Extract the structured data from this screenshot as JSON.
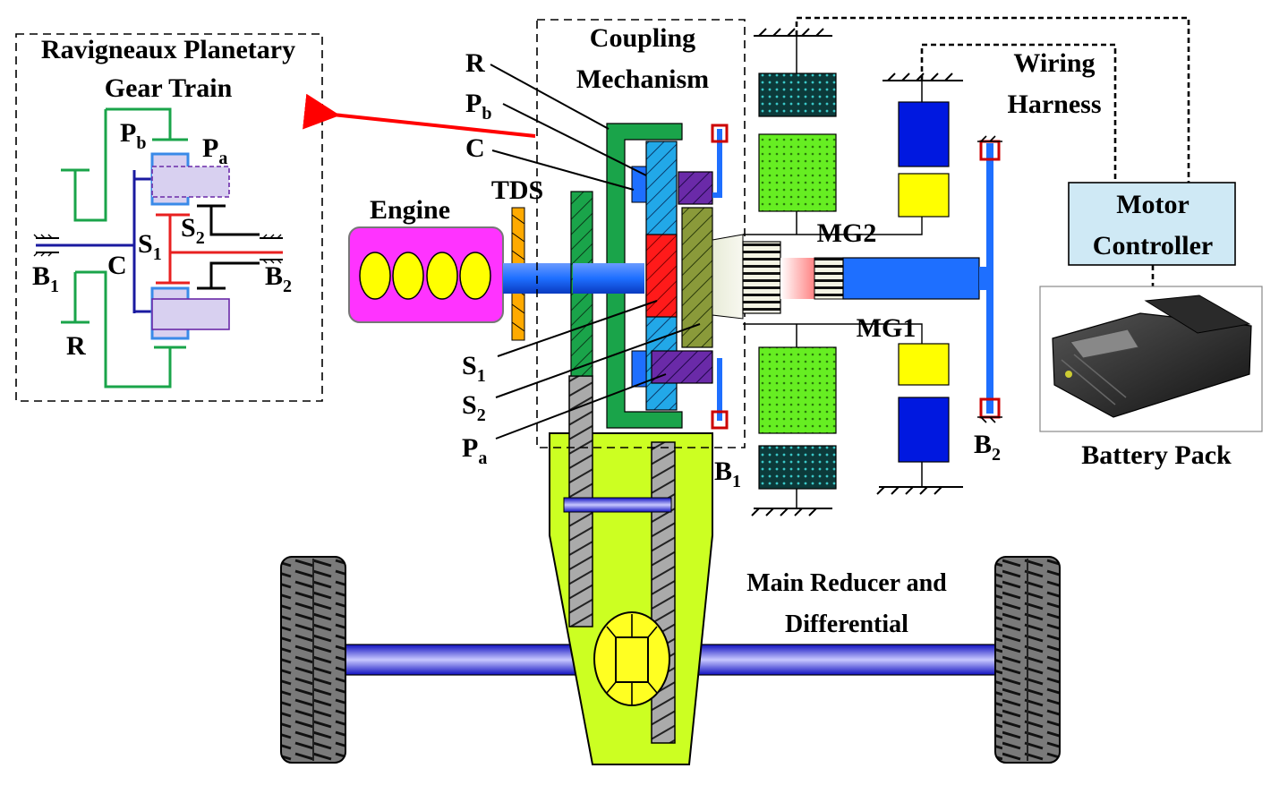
{
  "labels": {
    "ravigneaux_l1": "Ravigneaux Planetary",
    "ravigneaux_l2": "Gear Train",
    "coupling_l1": "Coupling",
    "coupling_l2": "Mechanism",
    "wiring_l1": "Wiring",
    "wiring_l2": "Harness",
    "motor_l1": "Motor",
    "motor_l2": "Controller",
    "battery": "Battery Pack",
    "engine": "Engine",
    "tds": "TDS",
    "mg2": "MG2",
    "mg1": "MG1",
    "reducer_l1": "Main Reducer and",
    "reducer_l2": "Differential",
    "r": "R",
    "p": "P",
    "s": "S",
    "b": "B",
    "c": "C",
    "sub_a": "a",
    "sub_b": "b",
    "sub_1": "1",
    "sub_2": "2"
  },
  "colors": {
    "engine": "#ff33ff",
    "cylinder": "#ffff00",
    "tds": "#ffaa00",
    "shaft": "#1e6fff",
    "ring": "#1aa44a",
    "sun1": "#ff1a1a",
    "sun2_hatch": "#8a9a3a",
    "planet_a": "#6a2aa8",
    "carrier_hatch": "#22a8e8",
    "stator_light": "#66ee22",
    "stator_dark": "#0c3a3a",
    "motor_blue": "#0018e0",
    "motor_yellow": "#ffff00",
    "controller_bg": "#cfe9f5",
    "reducer": "#ccff22",
    "axle": "#3030ff",
    "arrow": "#ff0000",
    "schem_green": "#1aa44a",
    "schem_blue": "#1a1aa0",
    "schem_red": "#e82020",
    "planet_fill": "#d8d0f0",
    "planet_border": "#3a8ae8"
  },
  "icons": [
    "engine-icon",
    "tire-icon",
    "battery-pack-icon",
    "gear-icon",
    "ground-icon"
  ]
}
